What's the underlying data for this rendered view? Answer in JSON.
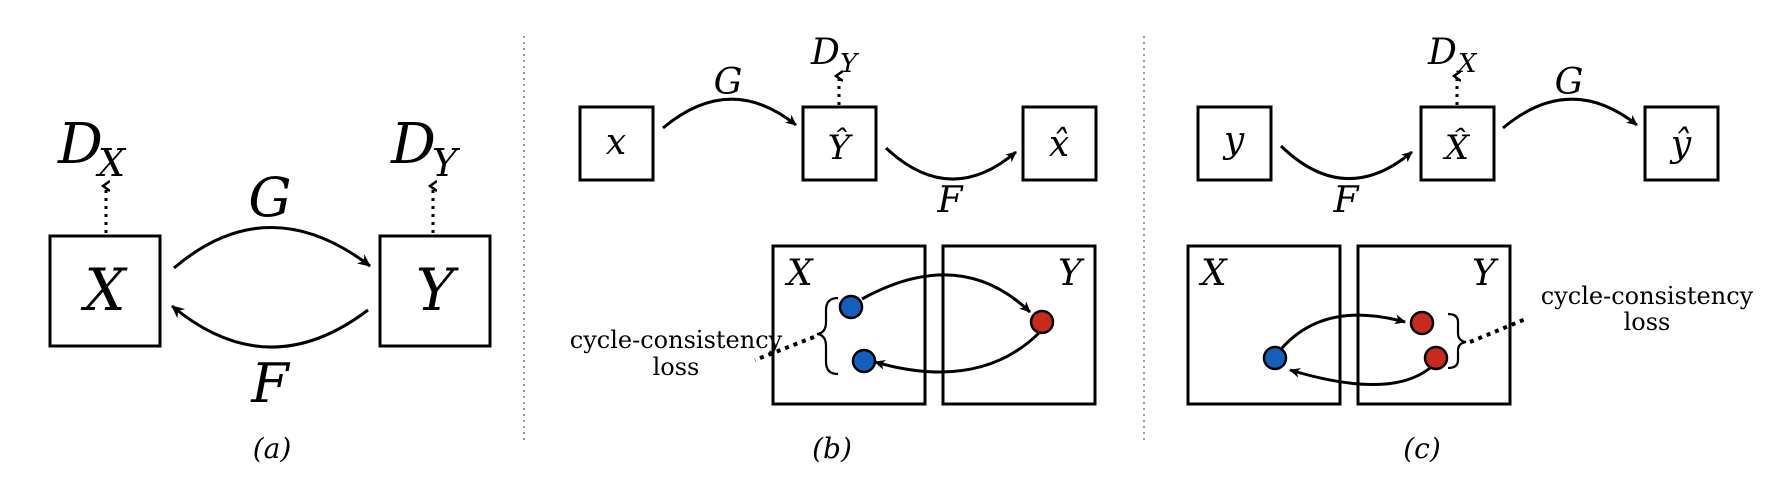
{
  "panel_a": {
    "d_x_main": "D",
    "d_x_sub": "X",
    "d_y_main": "D",
    "d_y_sub": "Y",
    "g_label": "G",
    "f_label": "F",
    "x_label": "X",
    "y_label": "Y",
    "caption": "(a)"
  },
  "panel_b": {
    "x_label": "x",
    "yhat_label": "Ŷ",
    "xhat_label": "x̂",
    "g_label": "G",
    "f_label": "F",
    "d_main": "D",
    "d_sub": "Y",
    "domain_x": "X",
    "domain_y": "Y",
    "loss_line1": "cycle-consistency",
    "loss_line2": "loss",
    "caption": "(b)"
  },
  "panel_c": {
    "y_label": "y",
    "xhat_label": "X̂",
    "yhat_label": "ŷ",
    "g_label": "G",
    "f_label": "F",
    "d_main": "D",
    "d_sub": "X",
    "domain_x": "X",
    "domain_y": "Y",
    "loss_line1": "cycle-consistency",
    "loss_line2": "loss",
    "caption": "(c)"
  },
  "colors": {
    "domain_x_point": "#1560bd",
    "domain_y_point": "#c92a1e"
  }
}
